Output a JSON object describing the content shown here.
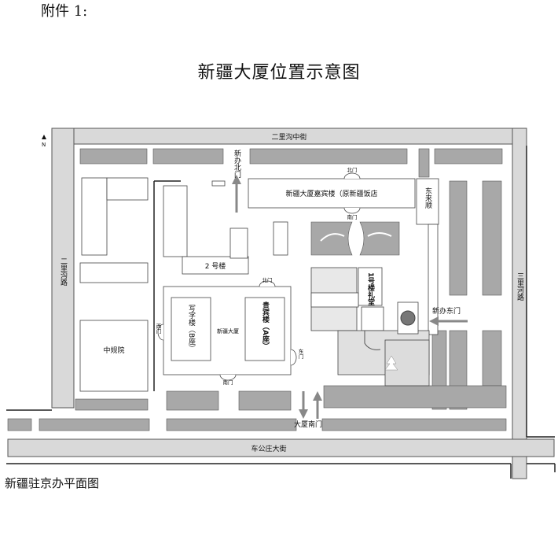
{
  "attachment_label": "附件 1:",
  "title": "新疆大厦位置示意图",
  "caption": "新疆驻京办平面图",
  "colors": {
    "road": "#d9d9d9",
    "block": "#a8a8a8",
    "light": "#e4e4e4",
    "line": "#333333"
  },
  "map": {
    "north_label": "N",
    "roads": {
      "north": "二里沟中街",
      "west": "二里沟路",
      "east": "三里河路",
      "south": "车公庄大街"
    },
    "buildings": {
      "guesthouse": "新疆大厦嘉宾楼（原新疆饭店",
      "dongliashun": "东来顺",
      "building2": "2 号楼",
      "office_b": "写字楼（B座）",
      "xinjiang_tower": "新疆大厦",
      "vip_a": "贵宾楼（A座）",
      "hall": "1号楼礼堂",
      "zhonggui": "中规院"
    },
    "gates": {
      "xinban_north": "新办北门",
      "north_gate_top": "北门",
      "south_gate_top": "南门",
      "north_gate_mid": "北门",
      "west_gate": "西门",
      "east_gate": "东门",
      "south_gate_mid": "南门",
      "xinban_east": "新办东门",
      "tower_south": "大厦南门"
    }
  }
}
